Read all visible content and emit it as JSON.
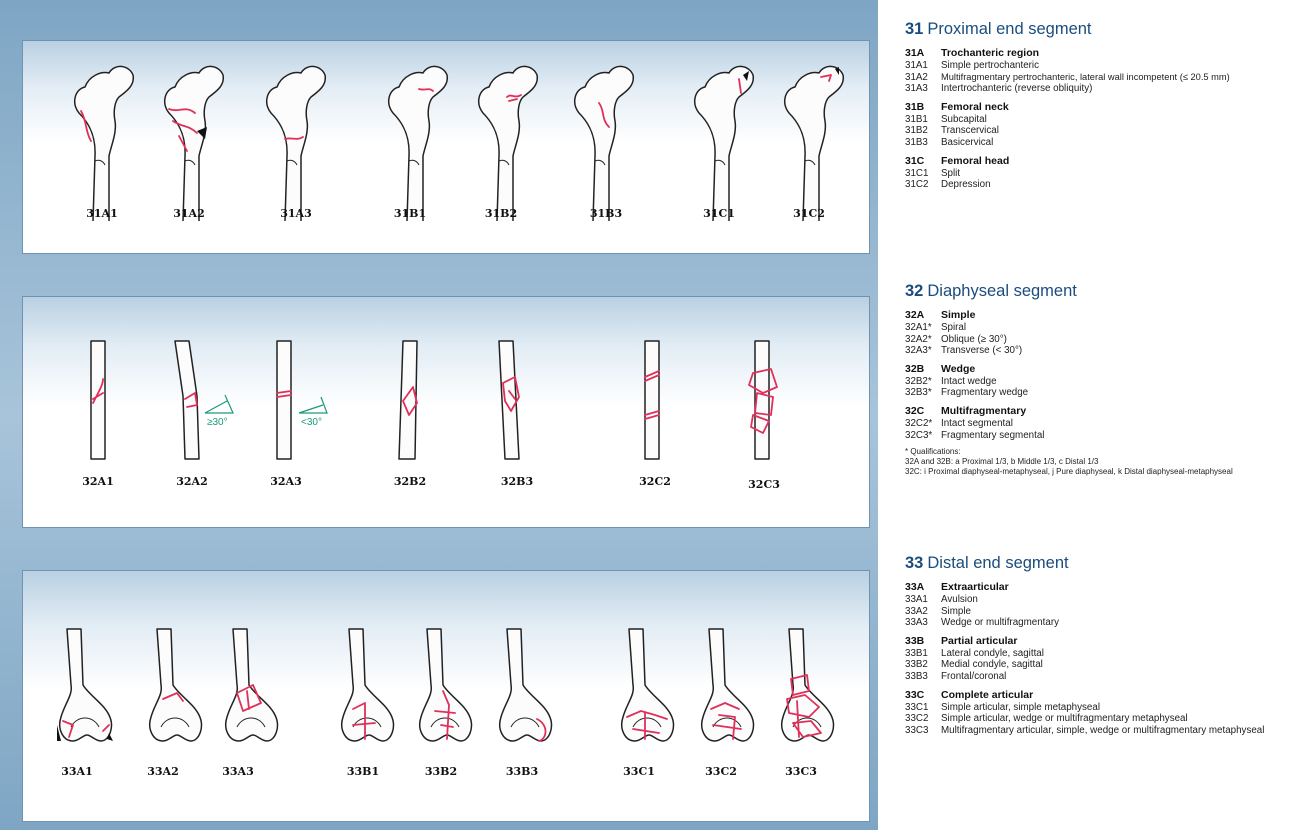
{
  "panels": [
    {
      "labels": [
        "31A1",
        "31A2",
        "31A3",
        "31B1",
        "31B2",
        "31B3",
        "31C1",
        "31C2"
      ]
    },
    {
      "labels": [
        "32A1",
        "32A2",
        "32A3",
        "32B2",
        "32B3",
        "32C2",
        "32C3"
      ],
      "angles": [
        "≥30°",
        "<30°"
      ]
    },
    {
      "labels": [
        "33A1",
        "33A2",
        "33A3",
        "33B1",
        "33B2",
        "33B3",
        "33C1",
        "33C2",
        "33C3"
      ]
    }
  ],
  "sections": [
    {
      "num": "31",
      "title": "Proximal end segment",
      "groups": [
        {
          "code": "31A",
          "name": "Trochanteric region",
          "items": [
            {
              "code": "31A1",
              "text": "Simple pertrochanteric"
            },
            {
              "code": "31A2",
              "text": "Multifragmentary pertrochanteric, lateral wall incompetent (≤ 20.5 mm)"
            },
            {
              "code": "31A3",
              "text": "Intertrochanteric (reverse obliquity)"
            }
          ]
        },
        {
          "code": "31B",
          "name": "Femoral neck",
          "items": [
            {
              "code": "31B1",
              "text": "Subcapital"
            },
            {
              "code": "31B2",
              "text": "Transcervical"
            },
            {
              "code": "31B3",
              "text": "Basicervical"
            }
          ]
        },
        {
          "code": "31C",
          "name": "Femoral head",
          "items": [
            {
              "code": "31C1",
              "text": "Split"
            },
            {
              "code": "31C2",
              "text": "Depression"
            }
          ]
        }
      ]
    },
    {
      "num": "32",
      "title": "Diaphyseal segment",
      "groups": [
        {
          "code": "32A",
          "name": "Simple",
          "items": [
            {
              "code": "32A1*",
              "text": "Spiral"
            },
            {
              "code": "32A2*",
              "text": "Oblique (≥ 30°)"
            },
            {
              "code": "32A3*",
              "text": "Transverse (< 30°)"
            }
          ]
        },
        {
          "code": "32B",
          "name": "Wedge",
          "items": [
            {
              "code": "32B2*",
              "text": "Intact wedge"
            },
            {
              "code": "32B3*",
              "text": "Fragmentary wedge"
            }
          ]
        },
        {
          "code": "32C",
          "name": "Multifragmentary",
          "items": [
            {
              "code": "32C2*",
              "text": "Intact segmental"
            },
            {
              "code": "32C3*",
              "text": "Fragmentary segmental"
            }
          ]
        }
      ],
      "qualifications": {
        "title": "* Qualifications:",
        "line1": "32A and 32B: a Proximal 1/3, b Middle 1/3, c Distal 1/3",
        "line2": "32C: i Proximal diaphyseal-metaphyseal, j Pure diaphyseal, k Distal diaphyseal-metaphyseal"
      }
    },
    {
      "num": "33",
      "title": "Distal end segment",
      "groups": [
        {
          "code": "33A",
          "name": "Extraarticular",
          "items": [
            {
              "code": "33A1",
              "text": "Avulsion"
            },
            {
              "code": "33A2",
              "text": "Simple"
            },
            {
              "code": "33A3",
              "text": "Wedge or multifragmentary"
            }
          ]
        },
        {
          "code": "33B",
          "name": "Partial articular",
          "items": [
            {
              "code": "33B1",
              "text": "Lateral condyle, sagittal"
            },
            {
              "code": "33B2",
              "text": "Medial condyle, sagittal"
            },
            {
              "code": "33B3",
              "text": "Frontal/coronal"
            }
          ]
        },
        {
          "code": "33C",
          "name": "Complete articular",
          "items": [
            {
              "code": "33C1",
              "text": "Simple articular, simple metaphyseal"
            },
            {
              "code": "33C2",
              "text": "Simple articular, wedge or multifragmentary metaphyseal"
            },
            {
              "code": "33C3",
              "text": "Multifragmentary articular, simple, wedge or multifragmentary metaphyseal"
            }
          ]
        }
      ]
    }
  ],
  "colors": {
    "fracture": "#e0305a",
    "angle": "#1a9a78",
    "title": "#1a4d7e",
    "background": "#7ea6c4"
  }
}
